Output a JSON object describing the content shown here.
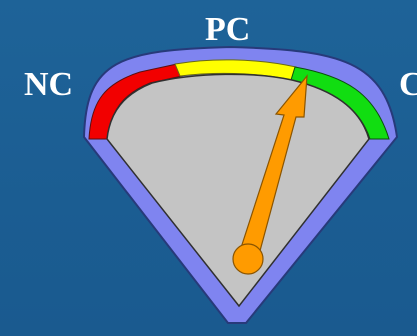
{
  "labels": {
    "left": "NC",
    "top": "PC",
    "right": "C"
  },
  "colors": {
    "background": "#1d5f95",
    "frame": "#7f84f0",
    "frame_outline": "#273a7a",
    "face": "#c4c4c4",
    "zone_low": "#f20000",
    "zone_mid": "#ffff00",
    "zone_high": "#11dd11",
    "needle": "#ff9b00",
    "needle_outline": "#8a5400"
  },
  "zones": [
    "red",
    "yellow",
    "green"
  ],
  "pointer_zone": "green"
}
